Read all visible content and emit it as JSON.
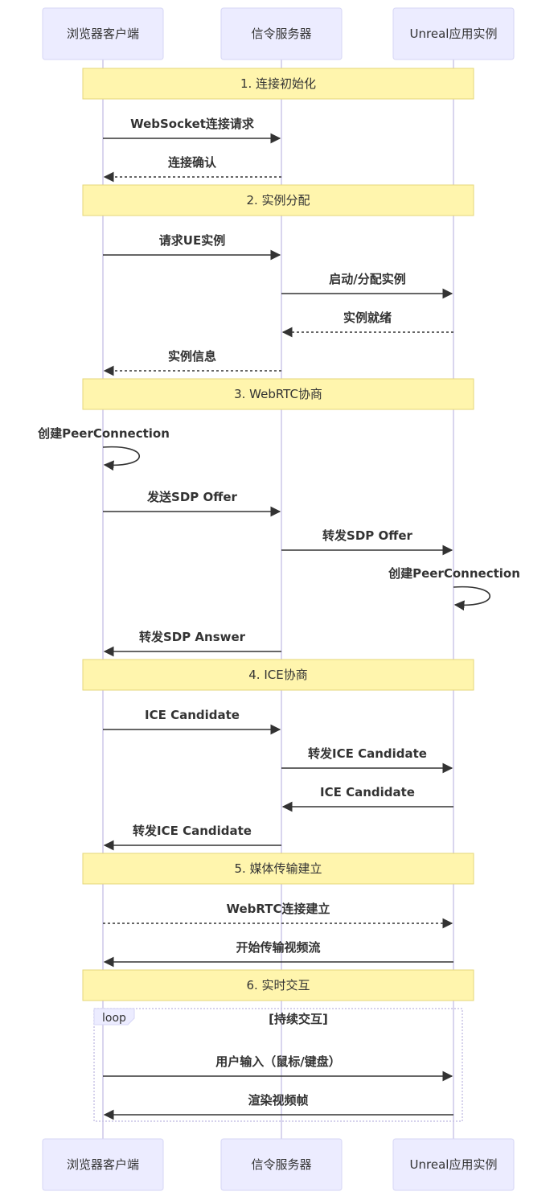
{
  "actors": [
    {
      "id": "browser",
      "label": "浏览器客户端"
    },
    {
      "id": "signal",
      "label": "信令服务器"
    },
    {
      "id": "ue",
      "label": "Unreal应用实例"
    }
  ],
  "steps": [
    {
      "kind": "note",
      "text": "1. 连接初始化"
    },
    {
      "kind": "msg",
      "from": "browser",
      "to": "signal",
      "text": "WebSocket连接请求",
      "dashed": false
    },
    {
      "kind": "msg",
      "from": "signal",
      "to": "browser",
      "text": "连接确认",
      "dashed": true
    },
    {
      "kind": "note",
      "text": "2. 实例分配"
    },
    {
      "kind": "msg",
      "from": "browser",
      "to": "signal",
      "text": "请求UE实例",
      "dashed": false
    },
    {
      "kind": "msg",
      "from": "signal",
      "to": "ue",
      "text": "启动/分配实例",
      "dashed": false
    },
    {
      "kind": "msg",
      "from": "ue",
      "to": "signal",
      "text": "实例就绪",
      "dashed": true
    },
    {
      "kind": "msg",
      "from": "signal",
      "to": "browser",
      "text": "实例信息",
      "dashed": true
    },
    {
      "kind": "note",
      "text": "3. WebRTC协商"
    },
    {
      "kind": "self",
      "actor": "browser",
      "text": "创建PeerConnection"
    },
    {
      "kind": "msg",
      "from": "browser",
      "to": "signal",
      "text": "发送SDP Offer",
      "dashed": false
    },
    {
      "kind": "msg",
      "from": "signal",
      "to": "ue",
      "text": "转发SDP Offer",
      "dashed": false
    },
    {
      "kind": "self",
      "actor": "ue",
      "text": "创建PeerConnection"
    },
    {
      "kind": "msg",
      "from": "signal",
      "to": "browser",
      "text": "转发SDP Answer",
      "dashed": false
    },
    {
      "kind": "note",
      "text": "4. ICE协商"
    },
    {
      "kind": "msg",
      "from": "browser",
      "to": "signal",
      "text": "ICE Candidate",
      "dashed": false
    },
    {
      "kind": "msg",
      "from": "signal",
      "to": "ue",
      "text": "转发ICE Candidate",
      "dashed": false
    },
    {
      "kind": "msg",
      "from": "ue",
      "to": "signal",
      "text": "ICE Candidate",
      "dashed": false
    },
    {
      "kind": "msg",
      "from": "signal",
      "to": "browser",
      "text": "转发ICE Candidate",
      "dashed": false
    },
    {
      "kind": "note",
      "text": "5. 媒体传输建立"
    },
    {
      "kind": "msg",
      "from": "browser",
      "to": "ue",
      "text": "WebRTC连接建立",
      "dashed": true
    },
    {
      "kind": "msg",
      "from": "ue",
      "to": "browser",
      "text": "开始传输视频流",
      "dashed": false
    },
    {
      "kind": "note",
      "text": "6. 实时交互"
    },
    {
      "kind": "loop_start",
      "label": "loop",
      "title": "[持续交互]"
    },
    {
      "kind": "msg",
      "from": "browser",
      "to": "ue",
      "text": "用户输入（鼠标/键盘）",
      "dashed": false
    },
    {
      "kind": "msg",
      "from": "ue",
      "to": "browser",
      "text": "渲染视频帧",
      "dashed": false
    },
    {
      "kind": "loop_end"
    }
  ]
}
